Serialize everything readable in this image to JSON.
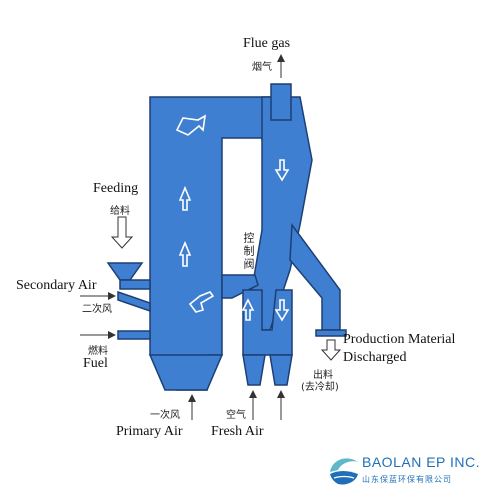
{
  "labels": {
    "flue_gas_en": "Flue gas",
    "flue_gas_cn": "烟气",
    "feeding_en": "Feeding",
    "feeding_cn": "给料",
    "secondary_air_en": "Secondary Air",
    "secondary_air_cn": "二次风",
    "fuel_cn": "燃料",
    "fuel_en": "Fuel",
    "control_valve_cn": "控制阀",
    "production_material_en": "Production Material",
    "discharged_en": "Discharged",
    "discharge_cn": "出料",
    "to_cooling_cn": "(去冷却)",
    "primary_air_cn": "一次风",
    "primary_air_en": "Primary Air",
    "fresh_air_cn": "空气",
    "fresh_air_en": "Fresh Air"
  },
  "logo": {
    "name": "BAOLAN EP INC.",
    "name_cn": "山东保蓝环保有限公司"
  },
  "colors": {
    "vessel_fill": "#3f7fd1",
    "vessel_stroke": "#1d3f73",
    "arrow_outline": "#333333",
    "logo_blue": "#1f6fb8",
    "logo_teal": "#5fb7c9"
  }
}
